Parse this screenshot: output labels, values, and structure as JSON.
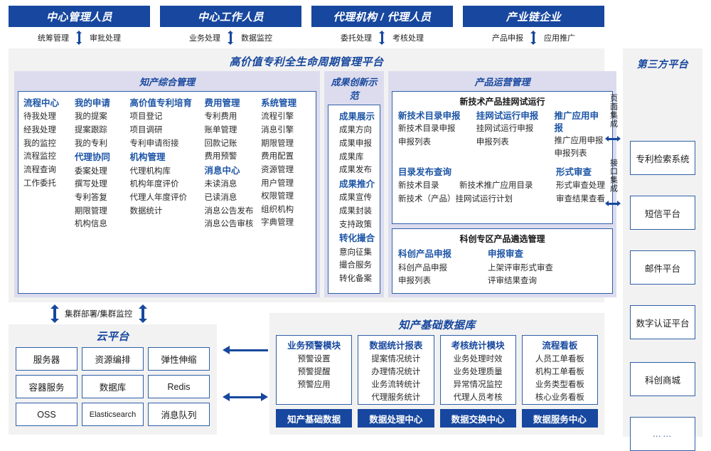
{
  "roles": [
    {
      "title": "中心管理人员",
      "left": "统筹管理",
      "right": "审批处理"
    },
    {
      "title": "中心工作人员",
      "left": "业务处理",
      "right": "数据监控"
    },
    {
      "title": "代理机构 / 代理人员",
      "left": "委托处理",
      "right": "考核处理"
    },
    {
      "title": "产业链企业",
      "left": "产品申报",
      "right": "应用推广"
    }
  ],
  "platform": {
    "title": "高价值专利全生命周期管理平台",
    "comprehensive": {
      "title": "知产综合管理",
      "columns": [
        {
          "groups": [
            {
              "head": "流程中心",
              "items": [
                "待我处理",
                "经我处理",
                "我的监控",
                "流程监控",
                "流程查询",
                "工作委托"
              ]
            }
          ]
        },
        {
          "groups": [
            {
              "head": "我的申请",
              "items": [
                "我的提案",
                "提案跟踪",
                "我的专利"
              ]
            },
            {
              "head": "代理协同",
              "items": [
                "委案处理",
                "撰写处理",
                "专利答复",
                "期限管理",
                "机构信息"
              ]
            }
          ]
        },
        {
          "groups": [
            {
              "head": "高价值专利培育",
              "items": [
                "项目登记",
                "项目调研",
                "专利申请衔接"
              ]
            },
            {
              "head": "机构管理",
              "items": [
                "代理机构库",
                "机构年度评价",
                "代理人年度评价",
                "数据统计"
              ]
            }
          ]
        },
        {
          "groups": [
            {
              "head": "费用管理",
              "items": [
                "专利费用",
                "账单管理",
                "回款记账",
                "费用预警"
              ]
            },
            {
              "head": "消息中心",
              "items": [
                "未读消息",
                "已读消息",
                "消息公告发布",
                "消息公告审核"
              ]
            }
          ]
        },
        {
          "groups": [
            {
              "head": "系统管理",
              "items": [
                "流程引擎",
                "消息引擎",
                "期限管理",
                "费用配置",
                "资源管理",
                "用户管理",
                "权限管理",
                "组织机构",
                "字典管理"
              ]
            }
          ]
        }
      ]
    },
    "achievement": {
      "title": "成果创新示范",
      "groups": [
        {
          "head": "成果展示",
          "items": [
            "成果方向",
            "成果申报",
            "成果库",
            "成果发布"
          ]
        },
        {
          "head": "成果推介",
          "items": [
            "成果宣传",
            "成果封装",
            "支持政策"
          ]
        },
        {
          "head": "转化撮合",
          "items": [
            "意向征集",
            "撮合服务",
            "转化备案"
          ]
        }
      ]
    },
    "operation": {
      "title": "产品运营管理",
      "panels": [
        {
          "title": "新技术产品挂网试运行",
          "row1": [
            {
              "head": "新技术目录申报",
              "items": [
                "新技术目录申报",
                "申报列表"
              ]
            },
            {
              "head": "挂网试运行申报",
              "items": [
                "挂网试运行申报",
                "申报列表"
              ]
            },
            {
              "head": "推广应用申报",
              "items": [
                "推广应用申报",
                "申报列表"
              ]
            }
          ],
          "row2_left": {
            "head": "目录发布查询",
            "items_line1": [
              "新技术目录",
              "新技术推广应用目录"
            ],
            "items_line2": [
              "新技术（产品）挂网试运行计划"
            ]
          },
          "row2_right": {
            "head": "形式审查",
            "items": [
              "形式审查处理",
              "审查结果查看"
            ]
          }
        },
        {
          "title": "科创专区产品遴选管理",
          "row1": [
            {
              "head": "科创产品申报",
              "items": [
                "科创产品申报",
                "申报列表"
              ]
            },
            {
              "head": "申报审查",
              "items": [
                "上架评审形式审查",
                "评审结果查询"
              ]
            }
          ]
        }
      ]
    }
  },
  "integration": {
    "page_label": "页面集成",
    "api_label": "接口集成"
  },
  "third_party": {
    "title": "第三方平台",
    "items": [
      "专利检索系统",
      "短信平台",
      "邮件平台",
      "数字认证平台",
      "科创商城",
      "……"
    ]
  },
  "cluster": {
    "label": "集群部署/集群监控"
  },
  "cloud": {
    "title": "云平台",
    "items": [
      "服务器",
      "资源编排",
      "弹性伸缩",
      "容器服务",
      "数据库",
      "Redis",
      "OSS",
      "Elasticsearch",
      "消息队列"
    ]
  },
  "database": {
    "title": "知产基础数据库",
    "columns": [
      {
        "head": "业务预警模块",
        "items": [
          "预警设置",
          "预警提醒",
          "预警应用"
        ],
        "foot": "知产基础数据"
      },
      {
        "head": "数据统计报表",
        "items": [
          "提案情况统计",
          "办理情况统计",
          "业务流转统计",
          "代理服务统计"
        ],
        "foot": "数据处理中心"
      },
      {
        "head": "考核统计模块",
        "items": [
          "业务处理时效",
          "业务处理质量",
          "异常情况监控",
          "代理人员考核"
        ],
        "foot": "数据交换中心"
      },
      {
        "head": "流程看板",
        "items": [
          "人员工单看板",
          "机构工单看板",
          "业务类型看板",
          "核心业务看板"
        ],
        "foot": "数据服务中心"
      }
    ]
  },
  "colors": {
    "brand_blue": "#17479e",
    "border_blue": "#2f5fa8",
    "head_blue": "#1d55a6",
    "panel_gray": "#f2f2f2",
    "section_tint": "#dcdcee"
  }
}
